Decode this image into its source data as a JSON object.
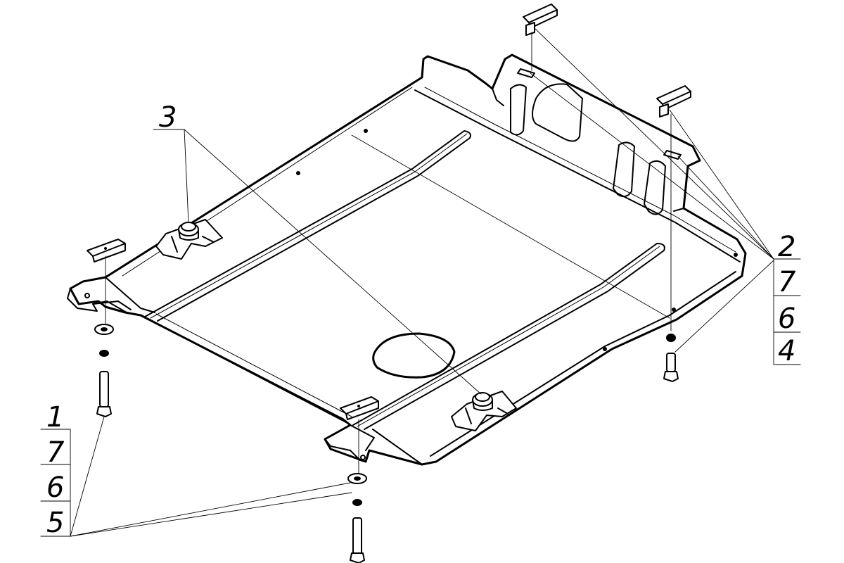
{
  "callouts": {
    "top_left": {
      "label": "3"
    },
    "right_stack": {
      "labels": [
        "2",
        "7",
        "6",
        "4"
      ]
    },
    "left_stack": {
      "labels": [
        "1",
        "7",
        "6",
        "5"
      ]
    }
  },
  "colors": {
    "ink": "#000000",
    "background": "#ffffff"
  }
}
